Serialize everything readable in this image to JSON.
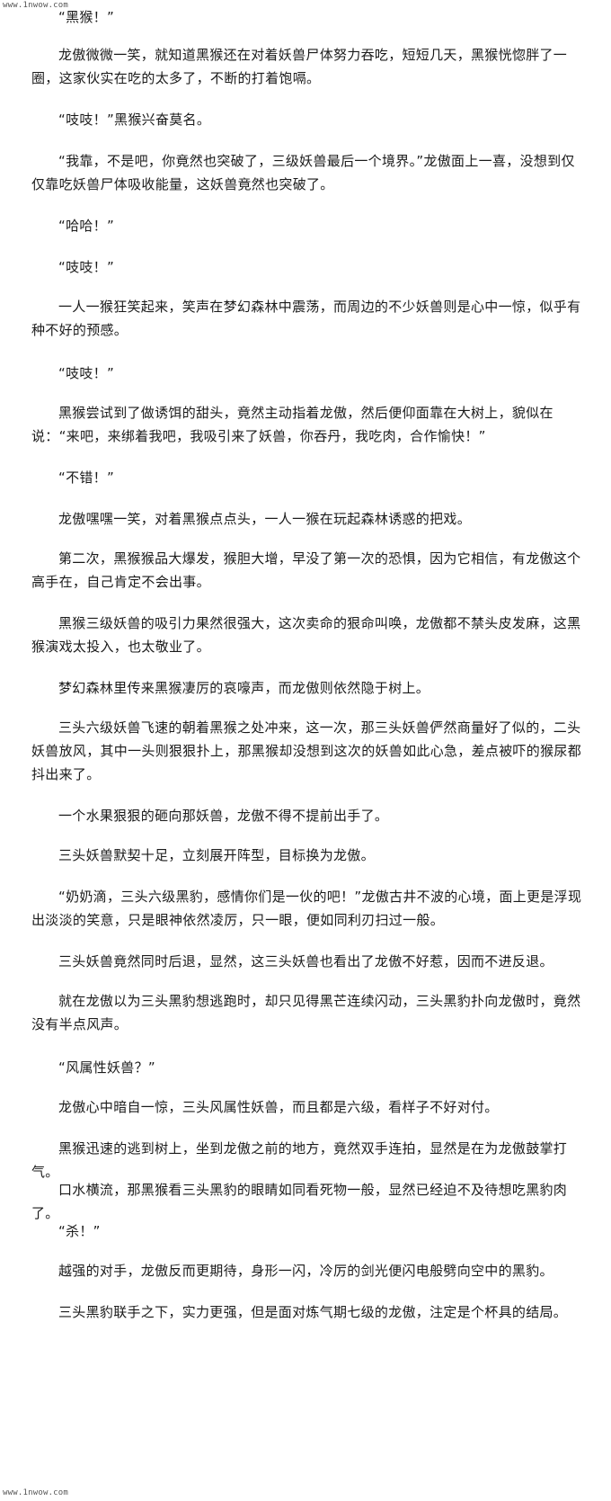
{
  "watermark_top": "www.1nwow.com",
  "watermark_bottom": "www.1nwow.com",
  "paragraphs": [
    "“黑猴！”",
    "龙傲微微一笑，就知道黑猴还在对着妖兽尸体努力吞吃，短短几天，黑猴恍惚胖了一圈，这家伙实在吃的太多了，不断的打着饱嗝。",
    "“吱吱！”黑猴兴奋莫名。",
    "“我靠，不是吧，你竟然也突破了，三级妖兽最后一个境界。”龙傲面上一喜，没想到仅仅靠吃妖兽尸体吸收能量，这妖兽竟然也突破了。",
    "“哈哈！”",
    "“吱吱！”",
    "一人一猴狂笑起来，笑声在梦幻森林中震荡，而周边的不少妖兽则是心中一惊，似乎有种不好的预感。",
    "“吱吱！”",
    "黑猴尝试到了做诱饵的甜头，竟然主动指着龙傲，然后便仰面靠在大树上，貌似在说：“来吧，来绑着我吧，我吸引来了妖兽，你吞丹，我吃肉，合作愉快！”",
    "“不错！”",
    "龙傲嘿嘿一笑，对着黑猴点点头，一人一猴在玩起森林诱惑的把戏。",
    "第二次，黑猴猴品大爆发，猴胆大增，早没了第一次的恐惧，因为它相信，有龙傲这个高手在，自己肯定不会出事。",
    "黑猴三级妖兽的吸引力果然很强大，这次卖命的狠命叫唤，龙傲都不禁头皮发麻，这黑猴演戏太投入，也太敬业了。",
    "梦幻森林里传来黑猴凄厉的哀嚎声，而龙傲则依然隐于树上。",
    "三头六级妖兽飞速的朝着黑猴之处冲来，这一次，那三头妖兽俨然商量好了似的，二头妖兽放风，其中一头则狠狠扑上，那黑猴却没想到这次的妖兽如此心急，差点被吓的猴尿都抖出来了。",
    "一个水果狠狠的砸向那妖兽，龙傲不得不提前出手了。",
    "三头妖兽默契十足，立刻展开阵型，目标换为龙傲。",
    "“奶奶滴，三头六级黑豹，感情你们是一伙的吧！”龙傲古井不波的心境，面上更是浮现出淡淡的笑意，只是眼神依然凌厉，只一眼，便如同利刃扫过一般。",
    "三头妖兽竟然同时后退，显然，这三头妖兽也看出了龙傲不好惹，因而不进反退。",
    "就在龙傲以为三头黑豹想逃跑时，却只见得黑芒连续闪动，三头黑豹扑向龙傲时，竟然没有半点风声。",
    "“风属性妖兽？”",
    "龙傲心中暗自一惊，三头风属性妖兽，而且都是六级，看样子不好对付。",
    "黑猴迅速的逃到树上，坐到龙傲之前的地方，竟然双手连拍，显然是在为龙傲鼓掌打气。",
    "口水横流，那黑猴看三头黑豹的眼睛如同看死物一般，显然已经迫不及待想吃黑豹肉了。",
    "“杀！”",
    "越强的对手，龙傲反而更期待，身形一闪，冷厉的剑光便闪电般劈向空中的黑豹。",
    "三头黑豹联手之下，实力更强，但是面对炼气期七级的龙傲，注定是个杯具的结局。"
  ]
}
